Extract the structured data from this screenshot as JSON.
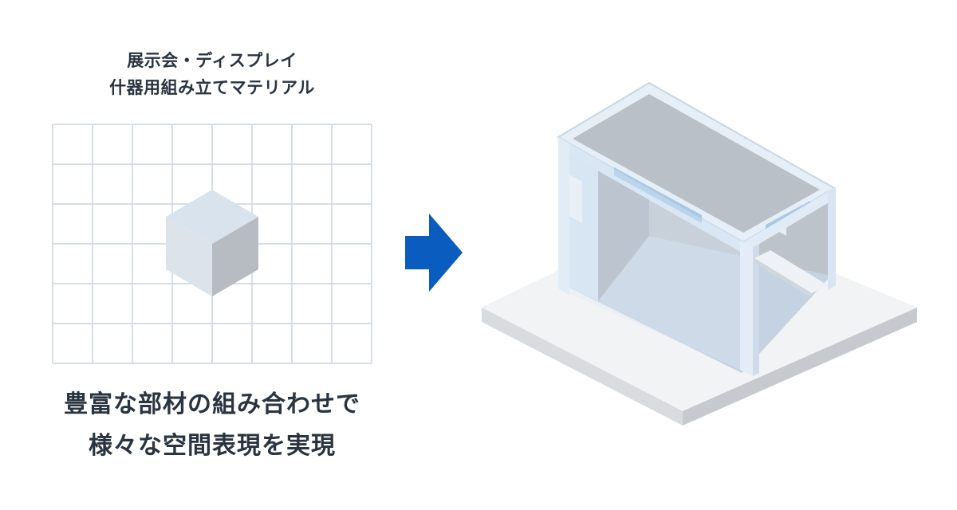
{
  "heading": {
    "line1": "展示会・ディスプレイ",
    "line2": "什器用組み立てマテリアル"
  },
  "caption": {
    "line1": "豊富な部材の組み合わせで",
    "line2": "様々な空間表現を実現"
  },
  "grid": {
    "columns": 8,
    "rows": 6,
    "line_color": "#d7dde8"
  },
  "colors": {
    "arrow": "#0a5cbf",
    "text": "#2a3340",
    "booth_frame": "#dfeaf5",
    "booth_wall": "#b9c0c8",
    "platform_top": "#f2f3f4",
    "platform_side": "#d3d6da"
  },
  "icons": {
    "cube": "cube-icon",
    "arrow": "arrow-right-icon",
    "booth": "exhibition-booth-illustration"
  }
}
